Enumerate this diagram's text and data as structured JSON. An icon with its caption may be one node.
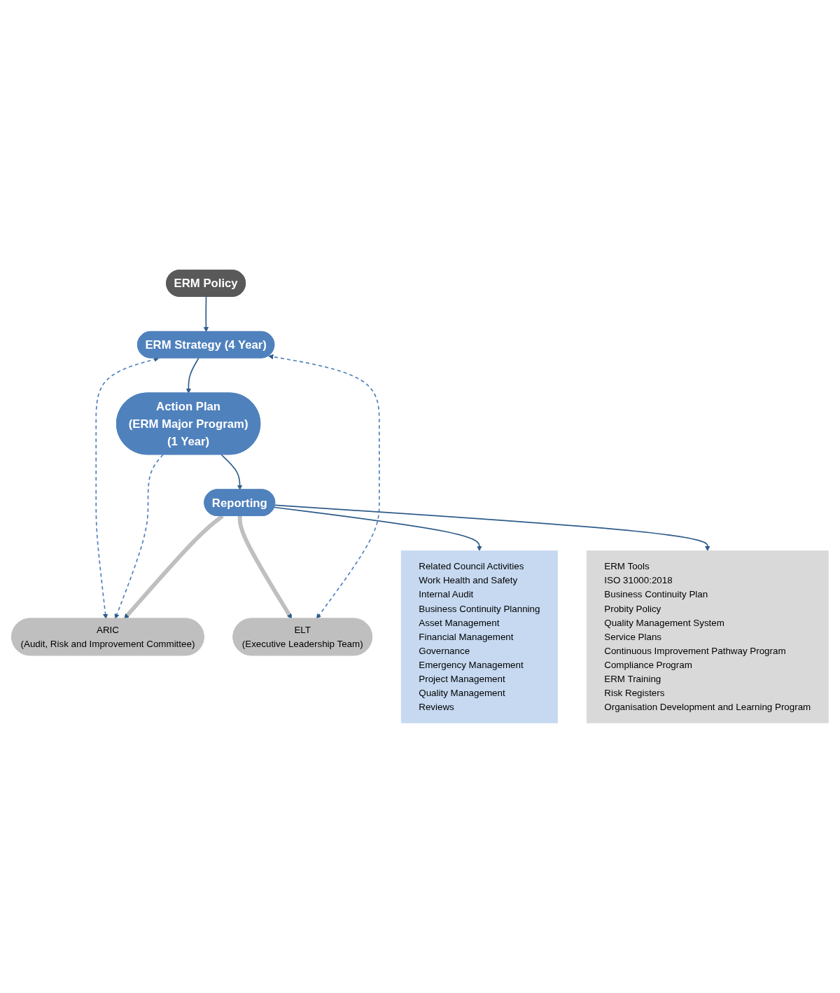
{
  "diagram": {
    "nodes": [
      {
        "text": [
          "ERM Policy"
        ]
      },
      {
        "text": [
          "ELT",
          "(Executive Leadership Team)"
        ]
      },
      {
        "text": [
          "ARIC",
          "(Audit, Risk and Improvement Committee)"
        ]
      },
      {
        "text": [
          "ERM Strategy (4 Year)"
        ]
      },
      {
        "text": [
          "Action Plan",
          "(ERM Major Program)",
          "(1 Year)"
        ]
      },
      {
        "text": [
          "Reporting"
        ]
      },
      {
        "text": [
          "Related Council Activities",
          "Work Health and Safety",
          "Internal Audit",
          "Business Continuity Planning",
          "Asset Management",
          "Financial Management",
          "Governance",
          "Emergency Management",
          "Project Management",
          "Quality Management",
          "Reviews"
        ]
      },
      {
        "text": [
          "ERM Tools",
          "ISO 31000:2018",
          "Business Continuity Plan",
          "Probity Policy",
          "Quality Management System",
          "Service Plans",
          "Continuous Improvement Pathway Program",
          "Compliance Program",
          "ERM Training",
          "Risk Registers",
          "Organisation Development and Learning Program"
        ]
      }
    ],
    "edges": [
      {
        "from": 0,
        "to": 3,
        "arrow": "to"
      },
      {
        "from": 1,
        "to": 3,
        "arrow": "both",
        "style": "dashed",
        "color": "#4f81bd"
      },
      {
        "from": 3,
        "to": 2,
        "arrow": "both",
        "style": "dashed",
        "color": "#4f81bd"
      },
      {
        "from": 4,
        "to": 2,
        "arrow": "to",
        "style": "dashed",
        "color": "#4f81bd"
      },
      {
        "from": 3,
        "to": 4,
        "arrow": "to"
      },
      {
        "from": 4,
        "to": 5,
        "arrow": "to"
      },
      {
        "from": 5,
        "to": 1,
        "arrow": "to",
        "style": "thick",
        "color": "#bfbfbf"
      },
      {
        "from": 5,
        "to": 2,
        "arrow": "to",
        "style": "thick",
        "color": "#bfbfbf"
      },
      {
        "from": 5,
        "to": 6,
        "arrow": "to"
      },
      {
        "from": 5,
        "to": 7,
        "arrow": "to"
      }
    ]
  }
}
